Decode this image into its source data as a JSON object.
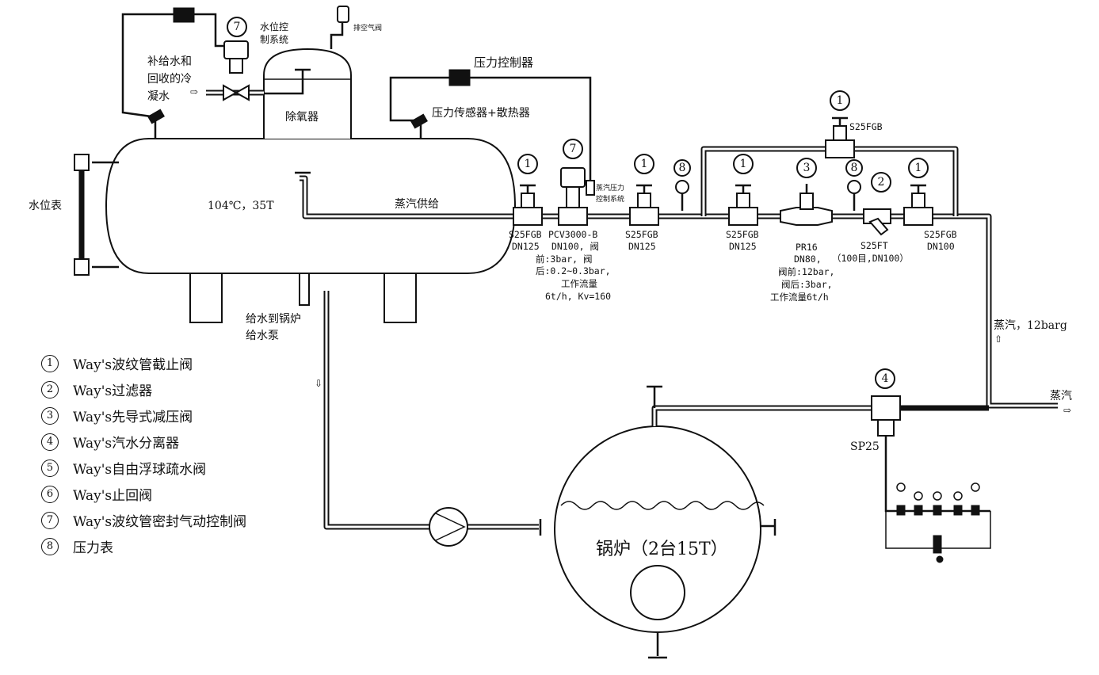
{
  "labels": {
    "makeup_water": [
      "补给水和",
      "回收的冷",
      "凝水"
    ],
    "level_control": [
      "水位控",
      "制系统"
    ],
    "vent_valve": "排空气阀",
    "pressure_controller": "压力控制器",
    "pressure_sensor": "压力传感器+散热器",
    "deaerator": "除氧器",
    "water_gauge": "水位表",
    "tank_condition": "104℃，35T",
    "steam_supply": "蒸汽供给",
    "steam_pressure_control": [
      "蒸汽压力",
      "控制系统"
    ],
    "feed_water": [
      "给水到锅炉",
      "给水泵"
    ],
    "steam_12barg": "蒸汽，12barg",
    "steam_out": "蒸汽",
    "boiler": "锅炉（2台15T）",
    "sp25": "SP25"
  },
  "valve_tags": {
    "v1": [
      "S25FGB",
      "DN125"
    ],
    "pcv": [
      "PCV3000-B",
      "DN100, 阀",
      "前:3bar,    阀",
      "后:0.2~0.3bar,",
      "工作流量",
      "6t/h, Kv=160"
    ],
    "v3": [
      "S25FGB",
      "DN125"
    ],
    "bypass": "S25FGB",
    "v4": [
      "S25FGB",
      "DN125"
    ],
    "pr16": [
      "PR16",
      "DN80,",
      "阀前:12bar,",
      "阀后:3bar,",
      "工作流量6t/h"
    ],
    "strainer": [
      "S25FT",
      "（100目,DN100）"
    ],
    "v5": [
      "S25FGB",
      "DN100"
    ]
  },
  "callouts": {
    "c7a": "⑦",
    "c7b": "⑦",
    "c1a": "①",
    "c1b": "①",
    "c8a": "⑧",
    "c1c": "①",
    "c3": "③",
    "c8b": "⑧",
    "c2": "②",
    "c1d": "①",
    "c4": "④"
  },
  "legend": [
    {
      "num": "①",
      "text": "Way's波纹管截止阀"
    },
    {
      "num": "②",
      "text": "Way's过滤器"
    },
    {
      "num": "③",
      "text": "Way's先导式减压阀"
    },
    {
      "num": "④",
      "text": "Way's汽水分离器"
    },
    {
      "num": "⑤",
      "text": "Way's自由浮球疏水阀"
    },
    {
      "num": "⑥",
      "text": "Way's止回阀"
    },
    {
      "num": "⑦",
      "text": "Way's波纹管密封气动控制阀"
    },
    {
      "num": "⑧",
      "text": "压力表"
    }
  ]
}
